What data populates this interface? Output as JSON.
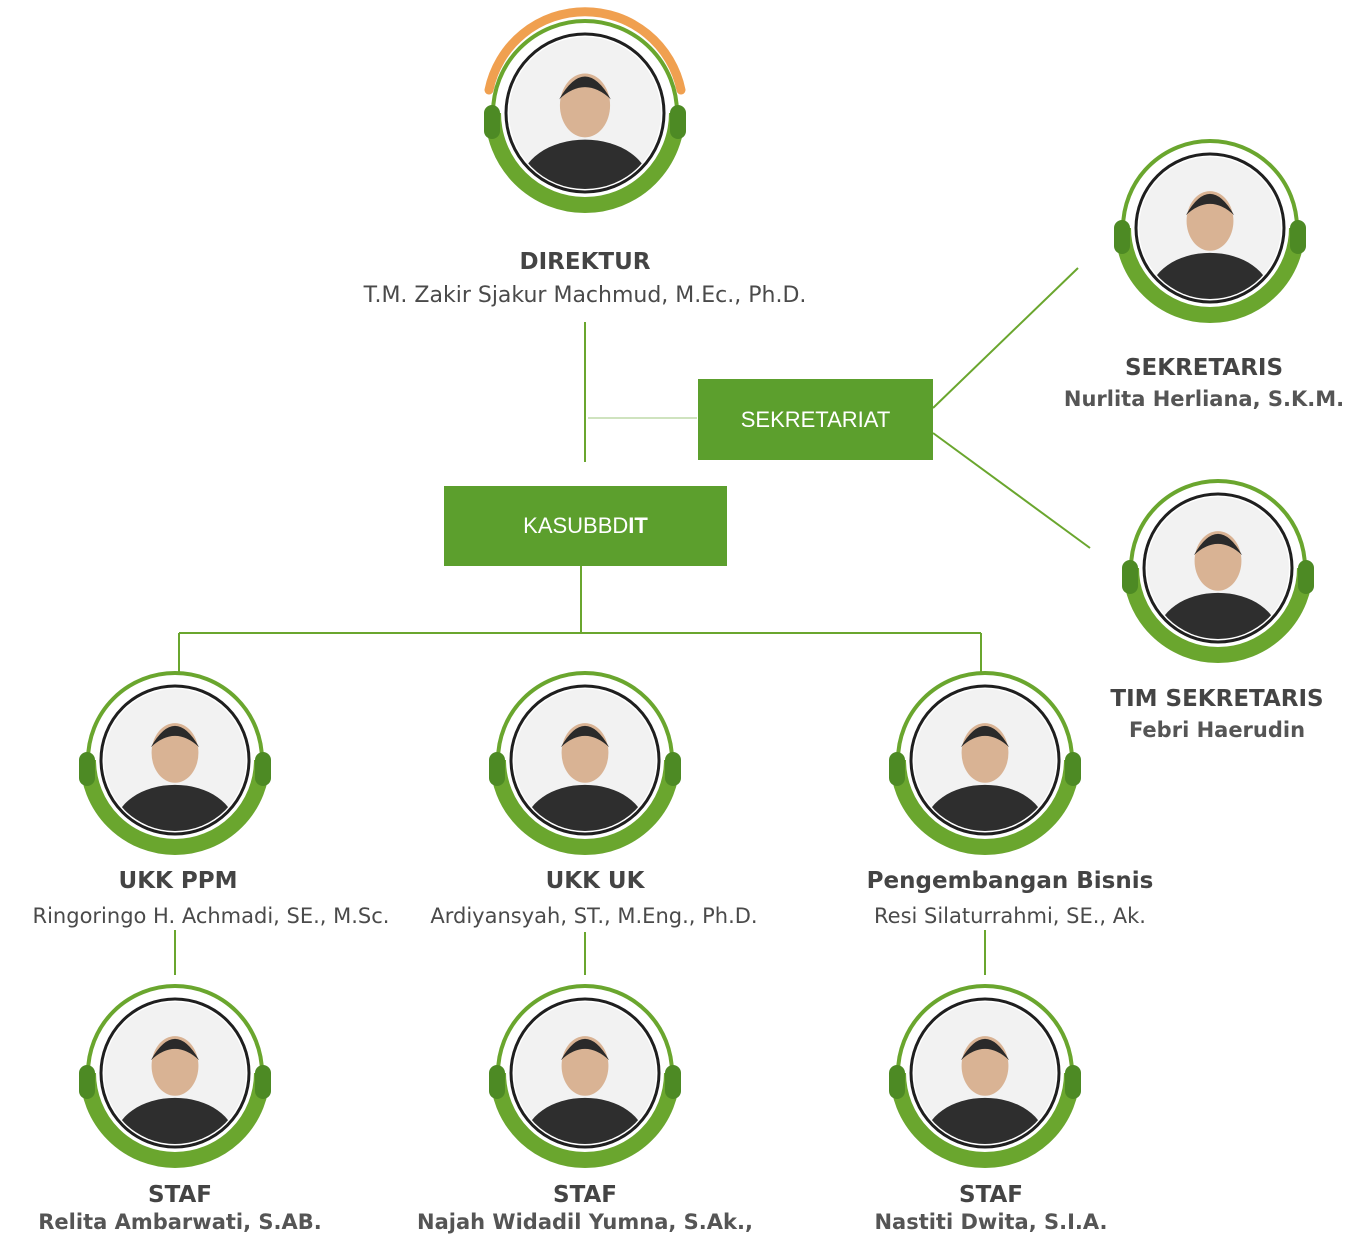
{
  "colors": {
    "accent": "#5c9f2d",
    "ring": "#6aa62e",
    "ring_dark": "#4d8a24",
    "line": "#6aa62e",
    "director_arc": "#f0a050",
    "text": "#444444"
  },
  "director": {
    "role": "DIREKTUR",
    "name": "T.M. Zakir Sjakur Machmud, M.Ec., Ph.D."
  },
  "secretariat": {
    "label": "SEKRETARIAT"
  },
  "sekretaris": {
    "role": "SEKRETARIS",
    "name": "Nurlita Herliana, S.K.M."
  },
  "tim_sekretaris": {
    "role": "TIM SEKRETARIS",
    "name": "Febri Haerudin"
  },
  "kasubdit": {
    "label_prefix": "KASUBBD",
    "label_suffix": "IT"
  },
  "units": [
    {
      "role": "UKK PPM",
      "name": "Ringoringo H. Achmadi, SE., M.Sc."
    },
    {
      "role": "UKK UK",
      "name": "Ardiyansyah, ST., M.Eng., Ph.D."
    },
    {
      "role": "Pengembangan Bisnis",
      "name": "Resi Silaturrahmi, SE., Ak."
    }
  ],
  "staff": [
    {
      "role": "STAF",
      "name": "Relita Ambarwati, S.AB."
    },
    {
      "role": "STAF",
      "name": "Najah Widadil Yumna, S.Ak.,"
    },
    {
      "role": "STAF",
      "name": "Nastiti Dwita, S.I.A."
    }
  ]
}
